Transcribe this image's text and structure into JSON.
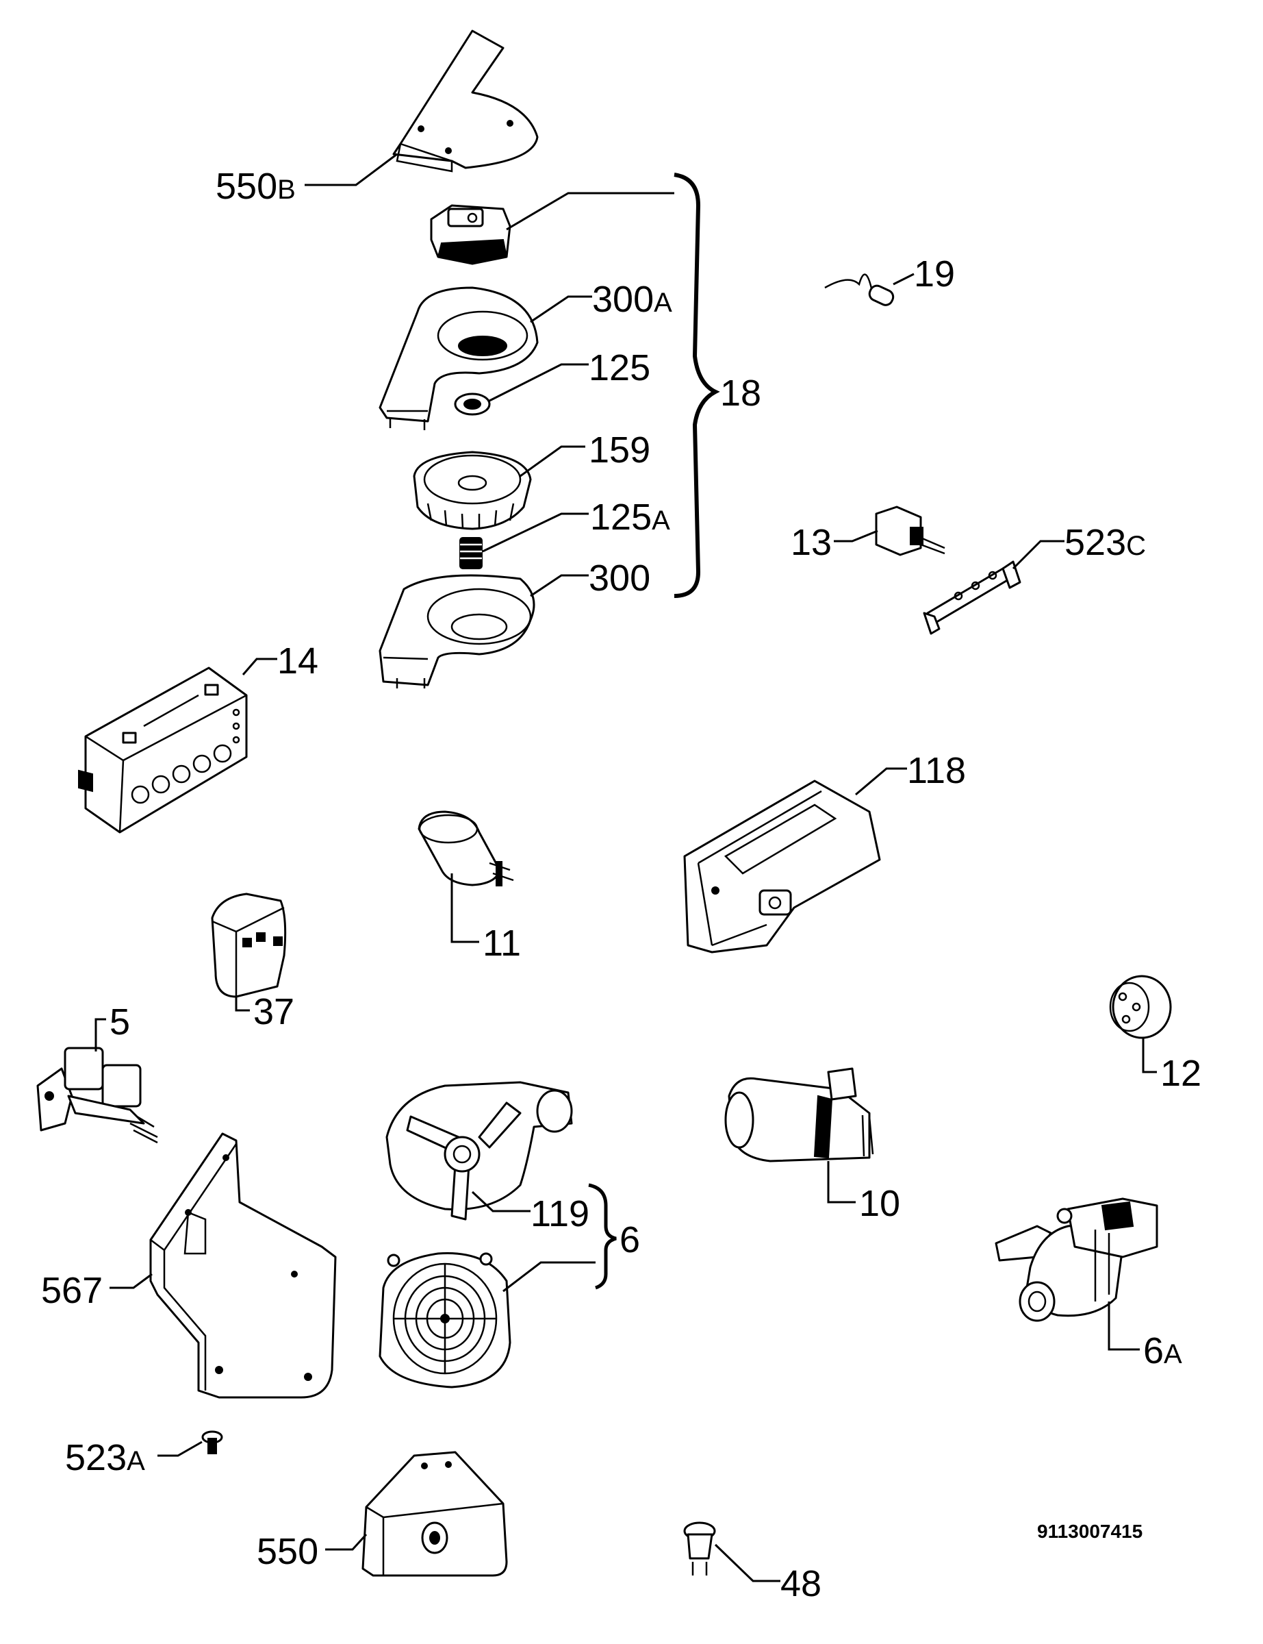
{
  "callouts": {
    "c550b": {
      "num": "550",
      "suffix": "B"
    },
    "c300a": {
      "num": "300",
      "suffix": "A"
    },
    "c125": {
      "num": "125",
      "suffix": ""
    },
    "c159": {
      "num": "159",
      "suffix": ""
    },
    "c125a": {
      "num": "125",
      "suffix": "A"
    },
    "c300": {
      "num": "300",
      "suffix": ""
    },
    "c18": {
      "num": "18",
      "suffix": ""
    },
    "c19": {
      "num": "19",
      "suffix": ""
    },
    "c13": {
      "num": "13",
      "suffix": ""
    },
    "c523c": {
      "num": "523",
      "suffix": "C"
    },
    "c14": {
      "num": "14",
      "suffix": ""
    },
    "c118": {
      "num": "118",
      "suffix": ""
    },
    "c11": {
      "num": "11",
      "suffix": ""
    },
    "c37": {
      "num": "37",
      "suffix": ""
    },
    "c5": {
      "num": "5",
      "suffix": ""
    },
    "c12": {
      "num": "12",
      "suffix": ""
    },
    "c10": {
      "num": "10",
      "suffix": ""
    },
    "c119": {
      "num": "119",
      "suffix": ""
    },
    "c6": {
      "num": "6",
      "suffix": ""
    },
    "c567": {
      "num": "567",
      "suffix": ""
    },
    "c6a": {
      "num": "6",
      "suffix": "A"
    },
    "c523a": {
      "num": "523",
      "suffix": "A"
    },
    "c550": {
      "num": "550",
      "suffix": ""
    },
    "c48": {
      "num": "48",
      "suffix": ""
    }
  },
  "drawing_number": "9113007415"
}
